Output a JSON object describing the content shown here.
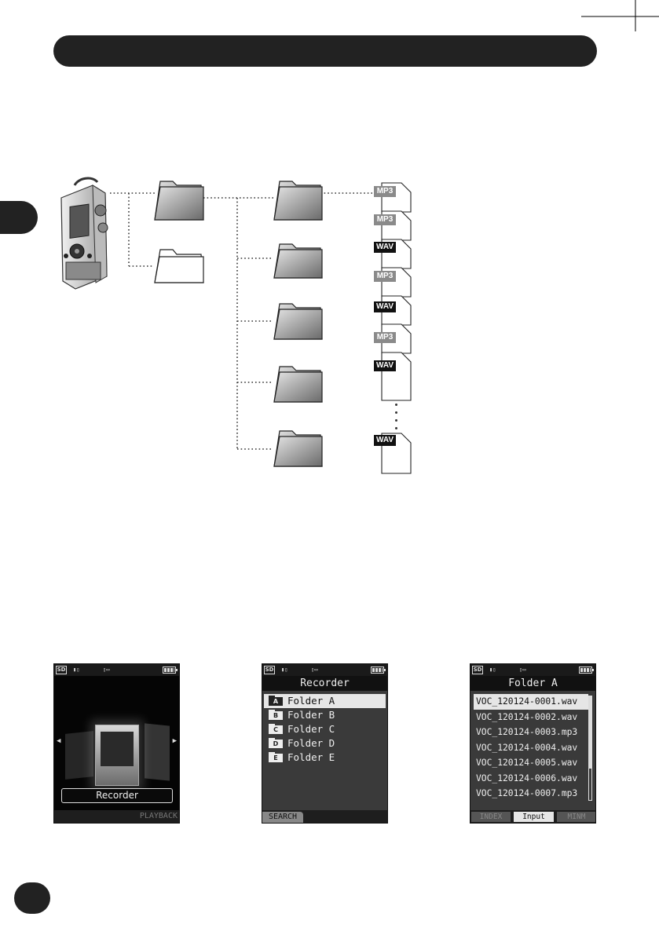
{
  "file_badges": [
    {
      "label": "MP3",
      "kind": "mp3"
    },
    {
      "label": "MP3",
      "kind": "mp3"
    },
    {
      "label": "WAV",
      "kind": "wav"
    },
    {
      "label": "MP3",
      "kind": "mp3"
    },
    {
      "label": "WAV",
      "kind": "wav"
    },
    {
      "label": "MP3",
      "kind": "mp3"
    },
    {
      "label": "WAV",
      "kind": "wav"
    },
    {
      "label": "WAV",
      "kind": "wav"
    }
  ],
  "screen_home": {
    "sd_icon": "SD",
    "selected_label": "Recorder",
    "softkey_right": "PLAYBACK",
    "arrow_left": "◀",
    "arrow_right": "▶"
  },
  "screen_folders": {
    "sd_icon": "SD",
    "title": "Recorder",
    "folders": [
      {
        "letter": "A",
        "name": "Folder A"
      },
      {
        "letter": "B",
        "name": "Folder B"
      },
      {
        "letter": "C",
        "name": "Folder C"
      },
      {
        "letter": "D",
        "name": "Folder D"
      },
      {
        "letter": "E",
        "name": "Folder E"
      }
    ],
    "selected_index": 0,
    "softkey_left": "SEARCH"
  },
  "screen_files": {
    "sd_icon": "SD",
    "title": "Folder A",
    "files": [
      "VOC_120124-0001.wav",
      "VOC_120124-0002.wav",
      "VOC_120124-0003.mp3",
      "VOC_120124-0004.wav",
      "VOC_120124-0005.wav",
      "VOC_120124-0006.wav",
      "VOC_120124-0007.mp3"
    ],
    "selected_index": 0,
    "scroll_fraction": 0.7,
    "softkeys": [
      "INDEX",
      "Input",
      "MINM"
    ],
    "active_softkey": 1
  },
  "colors": {
    "dark": "#222222",
    "lcd_bg": "#3a3a3a",
    "mp3_badge": "#8a8a8a",
    "wav_badge": "#111111"
  }
}
